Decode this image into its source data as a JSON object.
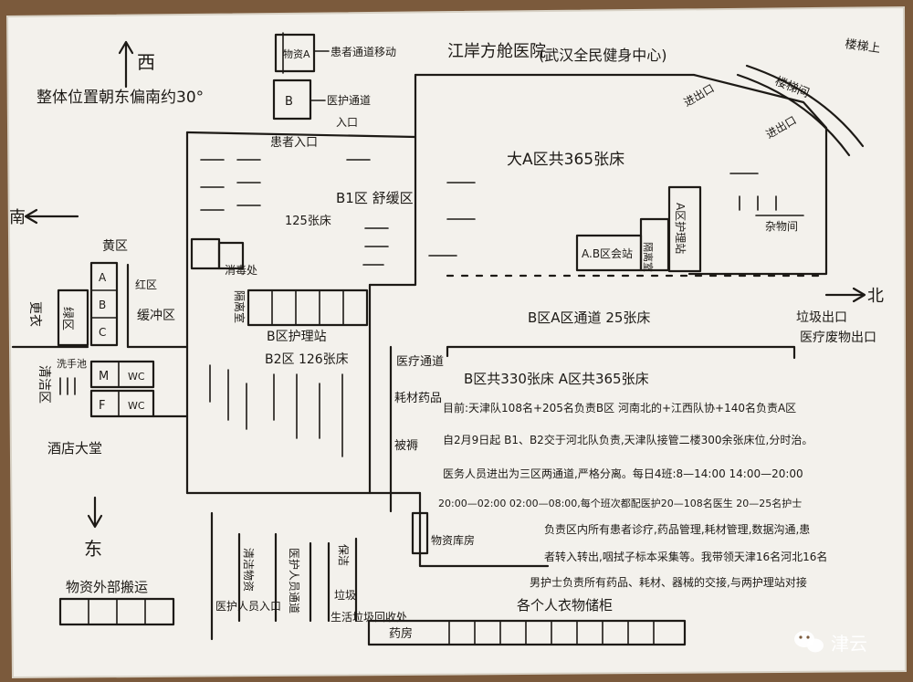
{
  "directions": {
    "west": "西",
    "south": "南",
    "north": "北",
    "east": "东",
    "orientation_note": "整体位置朝东偏南约30°"
  },
  "header": {
    "site_name": "江岸方舱医院",
    "site_sub": "(武汉全民健身中心)",
    "top_right_note": "楼梯上"
  },
  "top_left": {
    "box_a_label": "物资A",
    "box_a_note": "患者通道移动",
    "box_b_label": "B",
    "box_b_note1": "医护通道",
    "box_b_note2": "入口",
    "patient_entrance": "患者入口"
  },
  "zones": {
    "yellow": "黄区",
    "green": "绿区",
    "red": "红区",
    "buffer": "缓冲区",
    "changing": "更衣",
    "clean": "清洁区",
    "hotel": "酒店大堂",
    "wash": "洗手池",
    "row_labels": [
      "A",
      "B",
      "C"
    ],
    "m": "M",
    "f": "F",
    "wc": "WC"
  },
  "areas": {
    "big_a": "大A区共365张床",
    "b1": "B1区 舒缓区",
    "b1_beds": "125张床",
    "ab_station": "A.B区会站",
    "a_station": "A区护理站",
    "aisle": "B区A区通道 25张床",
    "b_station": "B区护理站",
    "b2": "B2区 126张床",
    "entry_exit": "进出口",
    "patient_entry": "进出口",
    "stairs": "楼梯间",
    "garbage_exit": "垃圾出口",
    "medical_waste": "医疗废物出口",
    "quarantine": "隔离室",
    "storage": "杂物间",
    "left_unit": "消毒处"
  },
  "lower": {
    "medical_corridor": "医疗通道",
    "supplies": "耗材药品",
    "bedding": "被褥",
    "b_summary": "B区共330张床   A区共365张床",
    "note1": "目前:天津队108名+205名负责B区  河南北的+江西队协+140名负责A区",
    "note2": "自2月9日起  B1、B2交于河北队负责,天津队接管二楼300余张床位,分时治。",
    "note3": "医务人员进出为三区两通道,严格分离。每日4班:8—14:00  14:00—20:00",
    "note4": "20:00—02:00   02:00—08:00,每个班次都配医护20—108名医生  20—25名护士",
    "note5": "负责区内所有患者诊疗,药品管理,耗材管理,数据沟通,患",
    "note6": "者转入转出,咽拭子标本采集等。我带领天津16名河北16名",
    "note7": "男护士负责所有药品、耗材、器械的交接,与两护理站对接",
    "storage_room": "物资库房"
  },
  "bottom": {
    "clean_supplies": "清洁物资",
    "east_note": "东",
    "supply_bar": "物资外部搬运",
    "med_channel": "医护人员入口",
    "m_channel": "医护人员通道",
    "cleaning": "保洁",
    "garbage": "垃圾",
    "trash": "生活垃圾回收处",
    "clothing": "各个人衣物储柜",
    "pharmacy": "药房"
  },
  "watermark": {
    "brand": "津云"
  }
}
